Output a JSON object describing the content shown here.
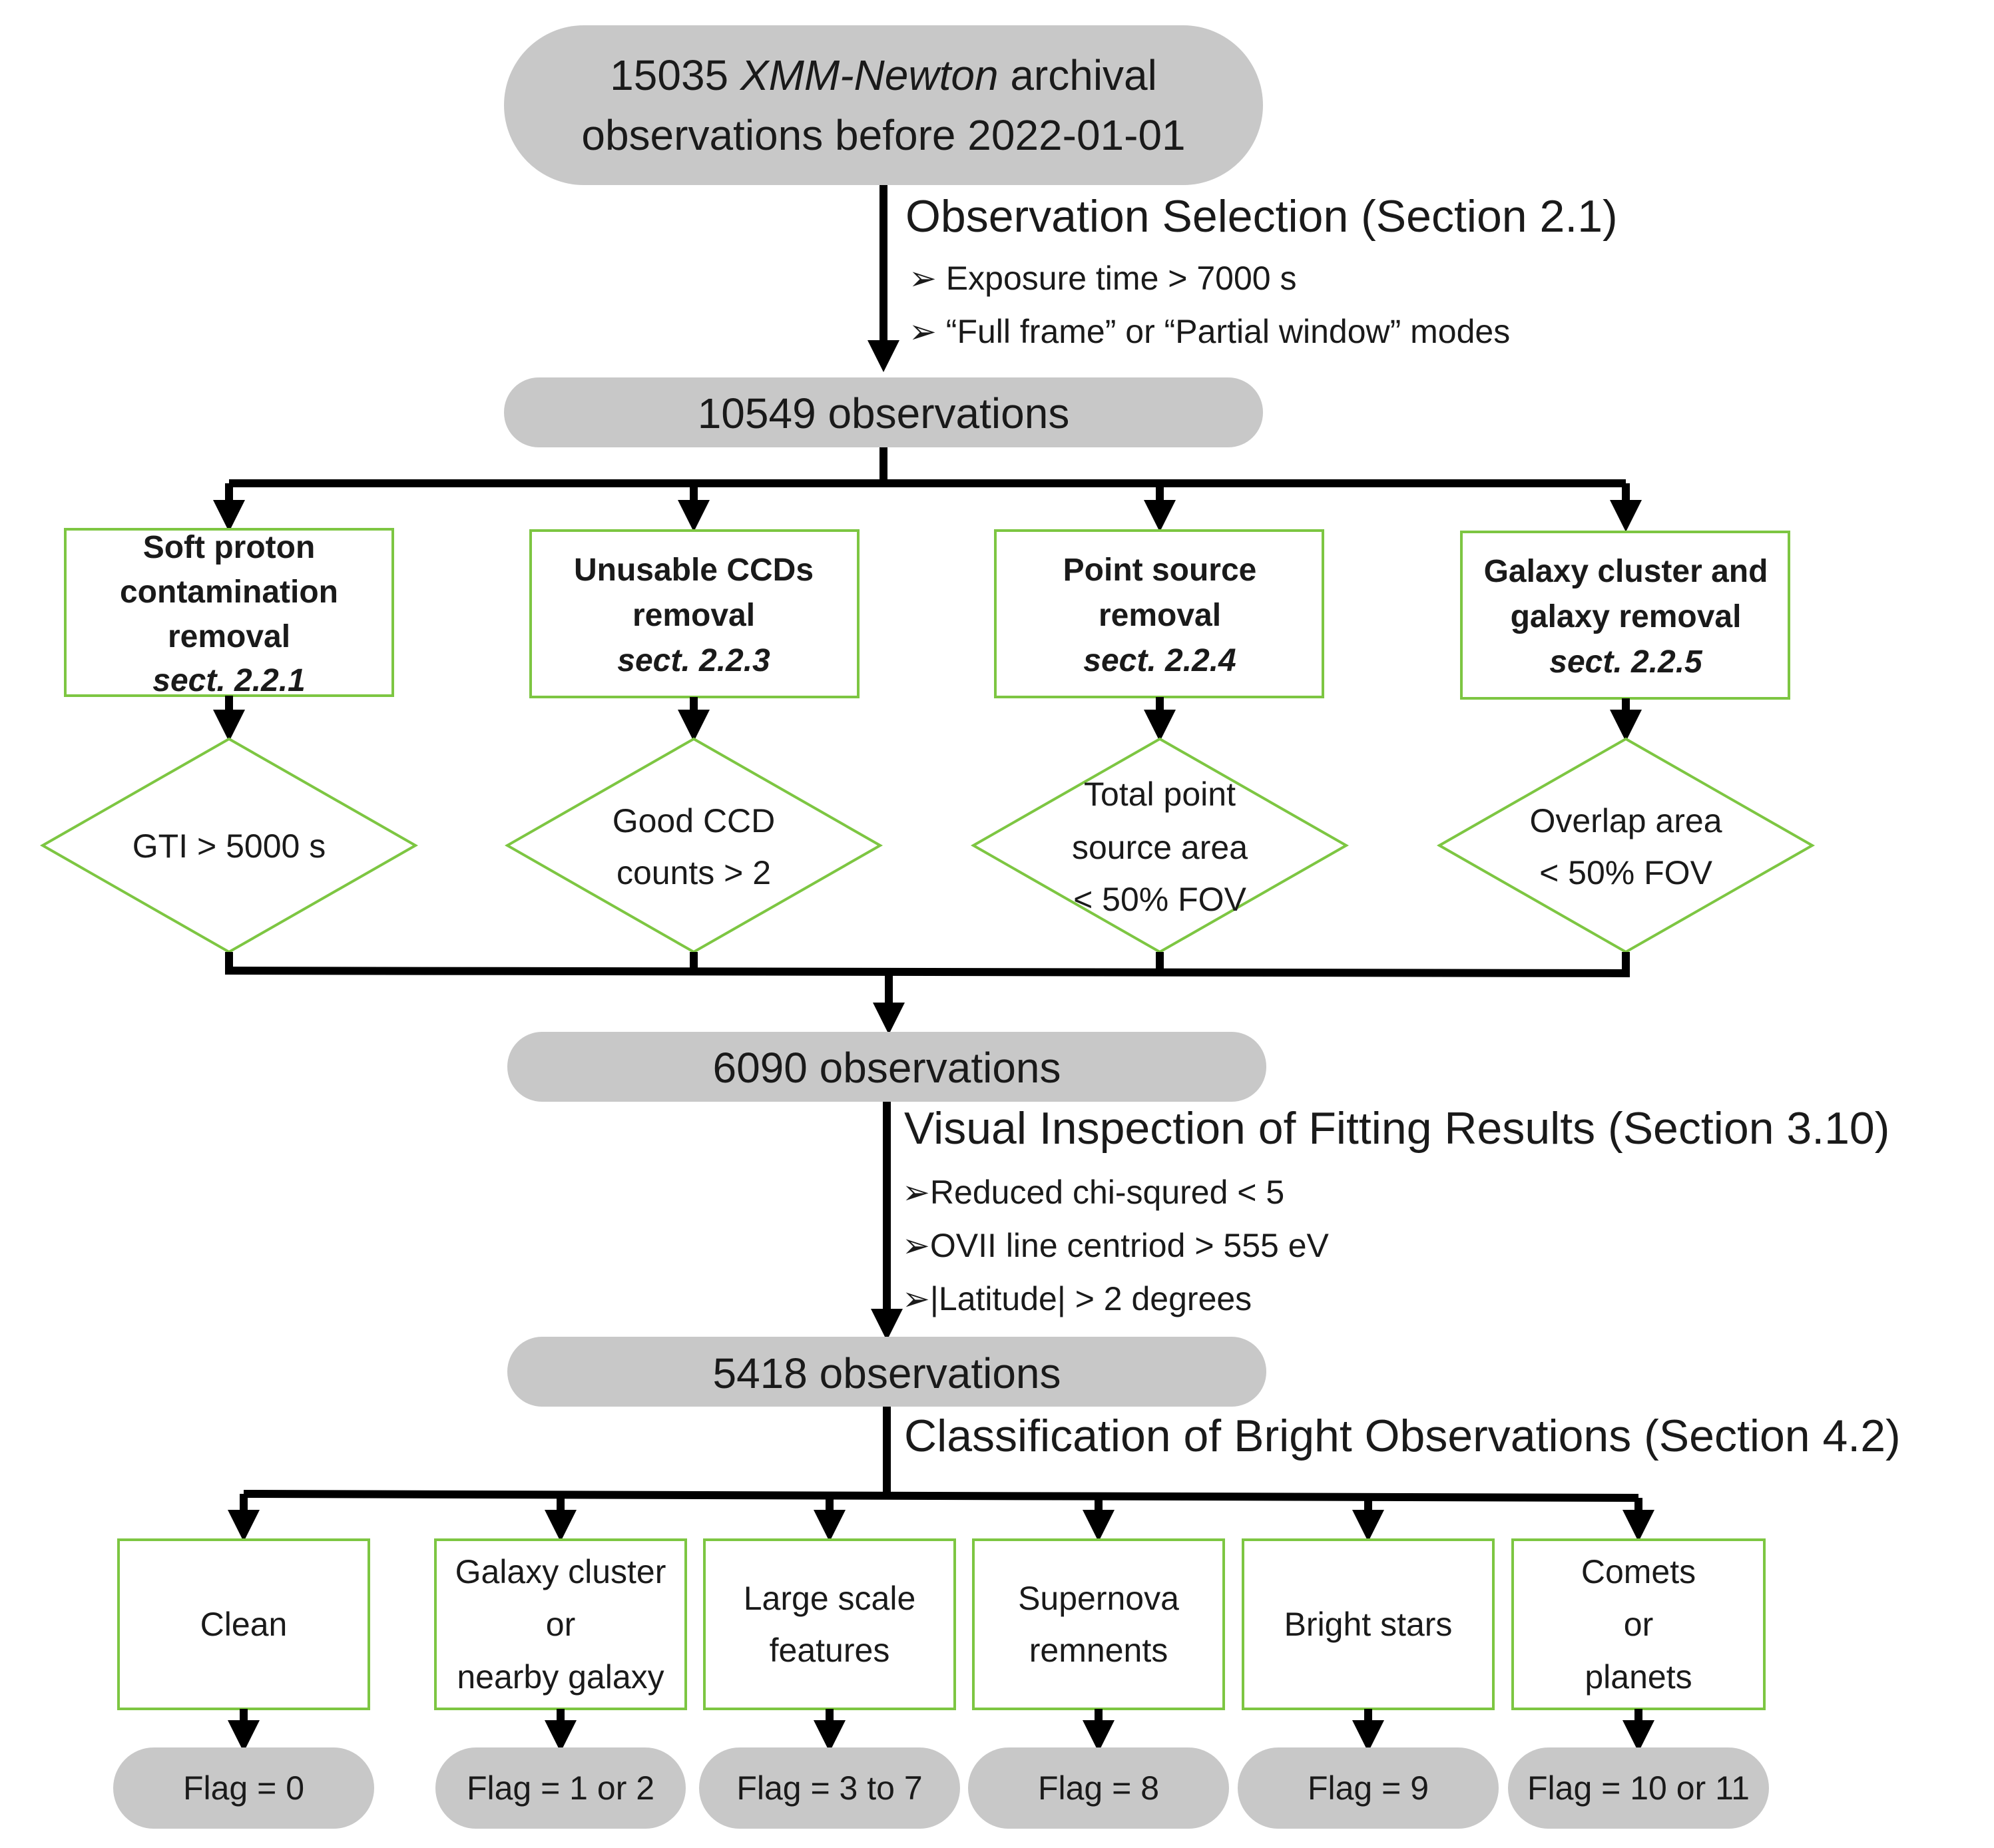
{
  "top": {
    "count": "15035",
    "mission": "XMM-Newton",
    "line1_tail": "archival",
    "line2": "observations before 2022-01-01"
  },
  "step1": {
    "title": "Observation Selection (Section 2.1)",
    "criteria": [
      "Exposure time > 7000 s",
      "“Full frame” or “Partial window” modes"
    ]
  },
  "node2": "10549 observations",
  "filters": [
    {
      "lines": [
        "Soft proton",
        "contamination",
        "removal"
      ],
      "section": "sect. 2.2.1",
      "condition": [
        "GTI > 5000 s"
      ]
    },
    {
      "lines": [
        "Unusable CCDs",
        "removal"
      ],
      "section": "sect. 2.2.3",
      "condition": [
        "Good CCD",
        "counts > 2"
      ]
    },
    {
      "lines": [
        "Point source",
        "removal"
      ],
      "section": "sect. 2.2.4",
      "condition": [
        "Total point",
        "source area",
        "< 50% FOV"
      ]
    },
    {
      "lines": [
        "Galaxy cluster and",
        "galaxy removal"
      ],
      "section": "sect. 2.2.5",
      "condition": [
        "Overlap area",
        "< 50% FOV"
      ]
    }
  ],
  "node3": "6090 observations",
  "step2": {
    "title": "Visual Inspection of Fitting Results (Section 3.10)",
    "criteria": [
      "Reduced chi-squred < 5",
      "OVII line centriod > 555 eV",
      "|Latitude| > 2 degrees"
    ]
  },
  "node4": "5418 observations",
  "step3": {
    "title": "Classification of Bright Observations (Section 4.2)"
  },
  "classes": [
    {
      "lines": [
        "Clean"
      ],
      "flag": "Flag = 0"
    },
    {
      "lines": [
        "Galaxy cluster",
        "or",
        "nearby galaxy"
      ],
      "flag": "Flag = 1 or 2"
    },
    {
      "lines": [
        "Large scale",
        "features"
      ],
      "flag": "Flag = 3 to 7"
    },
    {
      "lines": [
        "Supernova",
        "remnents"
      ],
      "flag": "Flag = 8"
    },
    {
      "lines": [
        "Bright stars"
      ],
      "flag": "Flag = 9"
    },
    {
      "lines": [
        "Comets",
        "or",
        "planets"
      ],
      "flag": "Flag = 10 or 11"
    }
  ],
  "colors": {
    "box_border": "#7dc642",
    "pill_fill": "#c8c8c8",
    "line": "#000000"
  }
}
